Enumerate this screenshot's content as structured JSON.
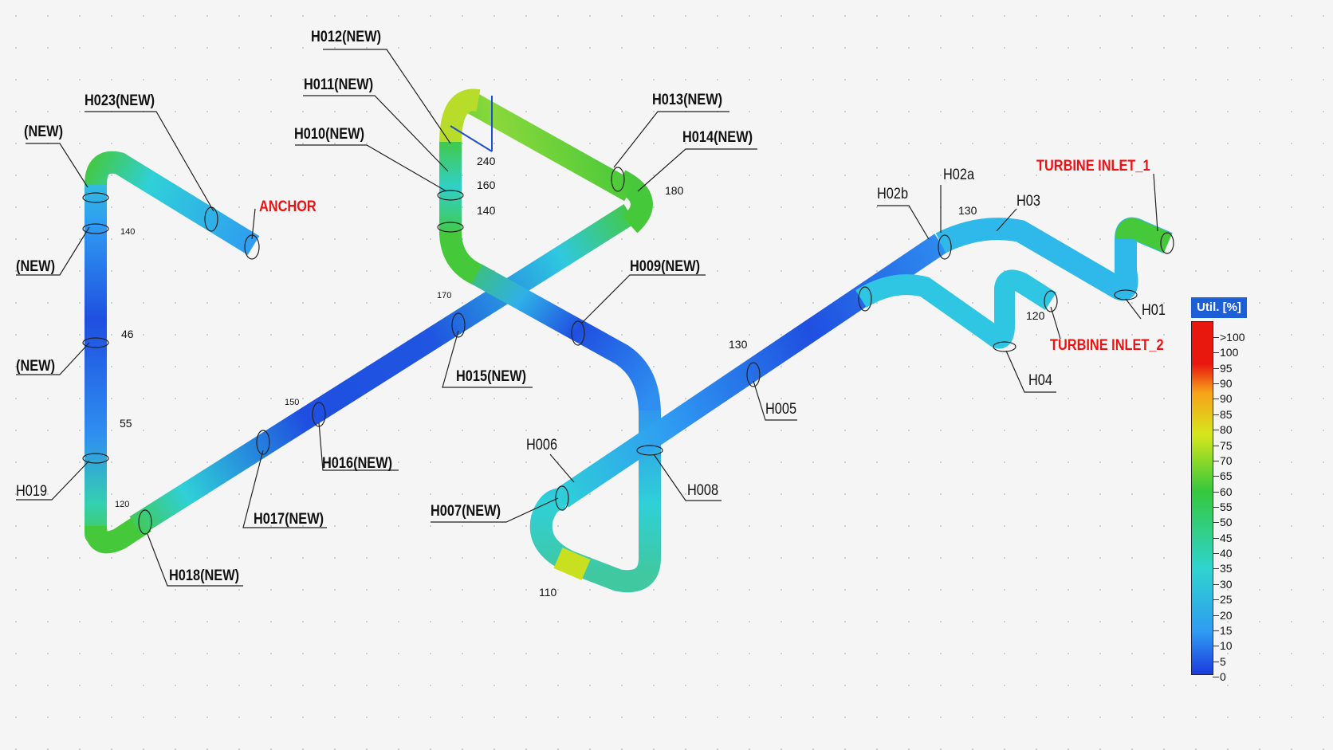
{
  "labels": {
    "h012": "H012(NEW)",
    "h011": "H011(NEW)",
    "h010": "H010(NEW)",
    "h013": "H013(NEW)",
    "h014": "H014(NEW)",
    "h023": "H023(NEW)",
    "new_top": "(NEW)",
    "new_mid": "(NEW)",
    "new_low": "(NEW)",
    "anchor": "ANCHOR",
    "h009": "H009(NEW)",
    "h015": "H015(NEW)",
    "h016": "H016(NEW)",
    "h017": "H017(NEW)",
    "h018": "H018(NEW)",
    "h019": "H019",
    "h006": "H006",
    "h007": "H007(NEW)",
    "h008": "H008",
    "h005": "H005",
    "h02b": "H02b",
    "h02a": "H02a",
    "h03": "H03",
    "h01": "H01",
    "h04": "H04",
    "turbine_inlet_1": "TURBINE INLET_1",
    "turbine_inlet_2": "TURBINE INLET_2"
  },
  "values": {
    "v240": "240",
    "v160": "160",
    "v140a": "140",
    "v180": "180",
    "v140b": "140",
    "v46": "46",
    "v55": "55",
    "v120a": "120",
    "v170": "170",
    "v150": "150",
    "v130a": "130",
    "v130b": "130",
    "v120b": "120",
    "v110": "110"
  },
  "legend": {
    "title": "Util. [%]",
    "ticks": [
      ">100",
      "100",
      "95",
      "90",
      "90",
      "85",
      "80",
      "75",
      "70",
      "65",
      "60",
      "55",
      "50",
      "45",
      "40",
      "35",
      "30",
      "25",
      "20",
      "15",
      "10",
      "5",
      "0"
    ],
    "colors": {
      "over": "#e8180f",
      "high": "#f7a21a",
      "mid_high": "#d6e61c",
      "mid": "#35c83c",
      "low_mid": "#2fd4cf",
      "low": "#2f9bf2",
      "min": "#1c3ae0"
    }
  },
  "colors": {
    "pipe_blue": "#1f4fe0",
    "pipe_cyan": "#2fd0e0",
    "pipe_green": "#45c83a",
    "pipe_yellow": "#d8e61e",
    "label_red": "#ee1111"
  }
}
